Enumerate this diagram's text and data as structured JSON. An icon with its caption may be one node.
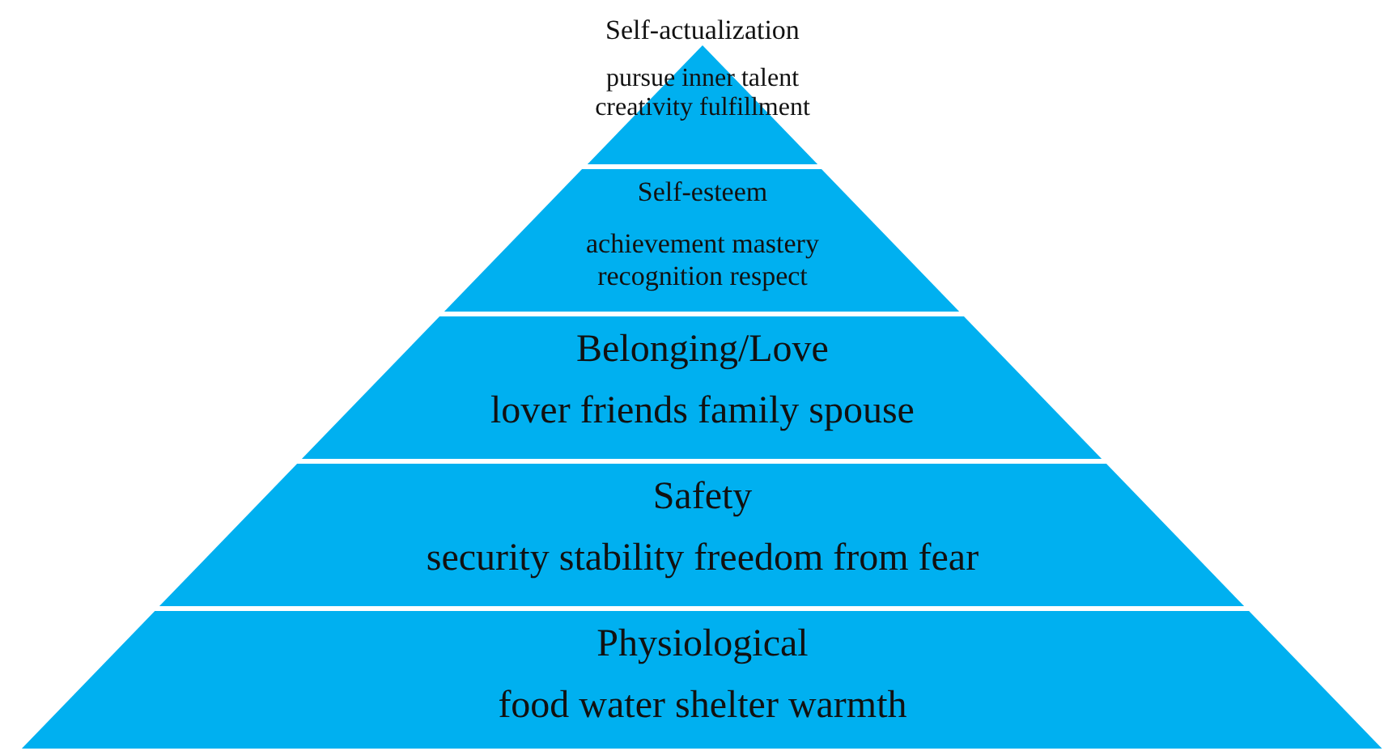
{
  "diagram": {
    "nodes": [
      {
        "text": [
          "Self-actualization",
          "pursue inner talent creativity fulfillment"
        ]
      },
      {
        "text": [
          "Self-esteem",
          "achievement mastery recognition respect"
        ]
      },
      {
        "text": [
          "Belonging/Love",
          "lover friends family spouse"
        ]
      },
      {
        "text": [
          "Safety",
          "security stability freedom from fear"
        ]
      },
      {
        "text": [
          "Physiological",
          "food water shelter warmth"
        ]
      }
    ]
  }
}
